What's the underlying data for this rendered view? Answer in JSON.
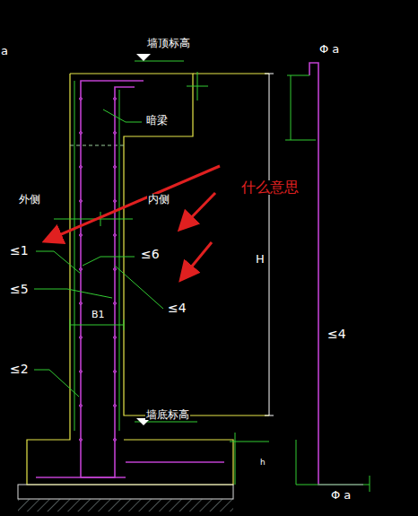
{
  "diagram": {
    "labels": [
      "墙顶标高",
      "暗梁",
      "外侧",
      "内侧",
      "≤1",
      "≤6",
      "≤5",
      "≤4",
      "B1",
      "≤2",
      "墙底标高",
      "H",
      "h",
      "≤4",
      "Φ a",
      "Φ a",
      "什么意思",
      "a"
    ]
  }
}
